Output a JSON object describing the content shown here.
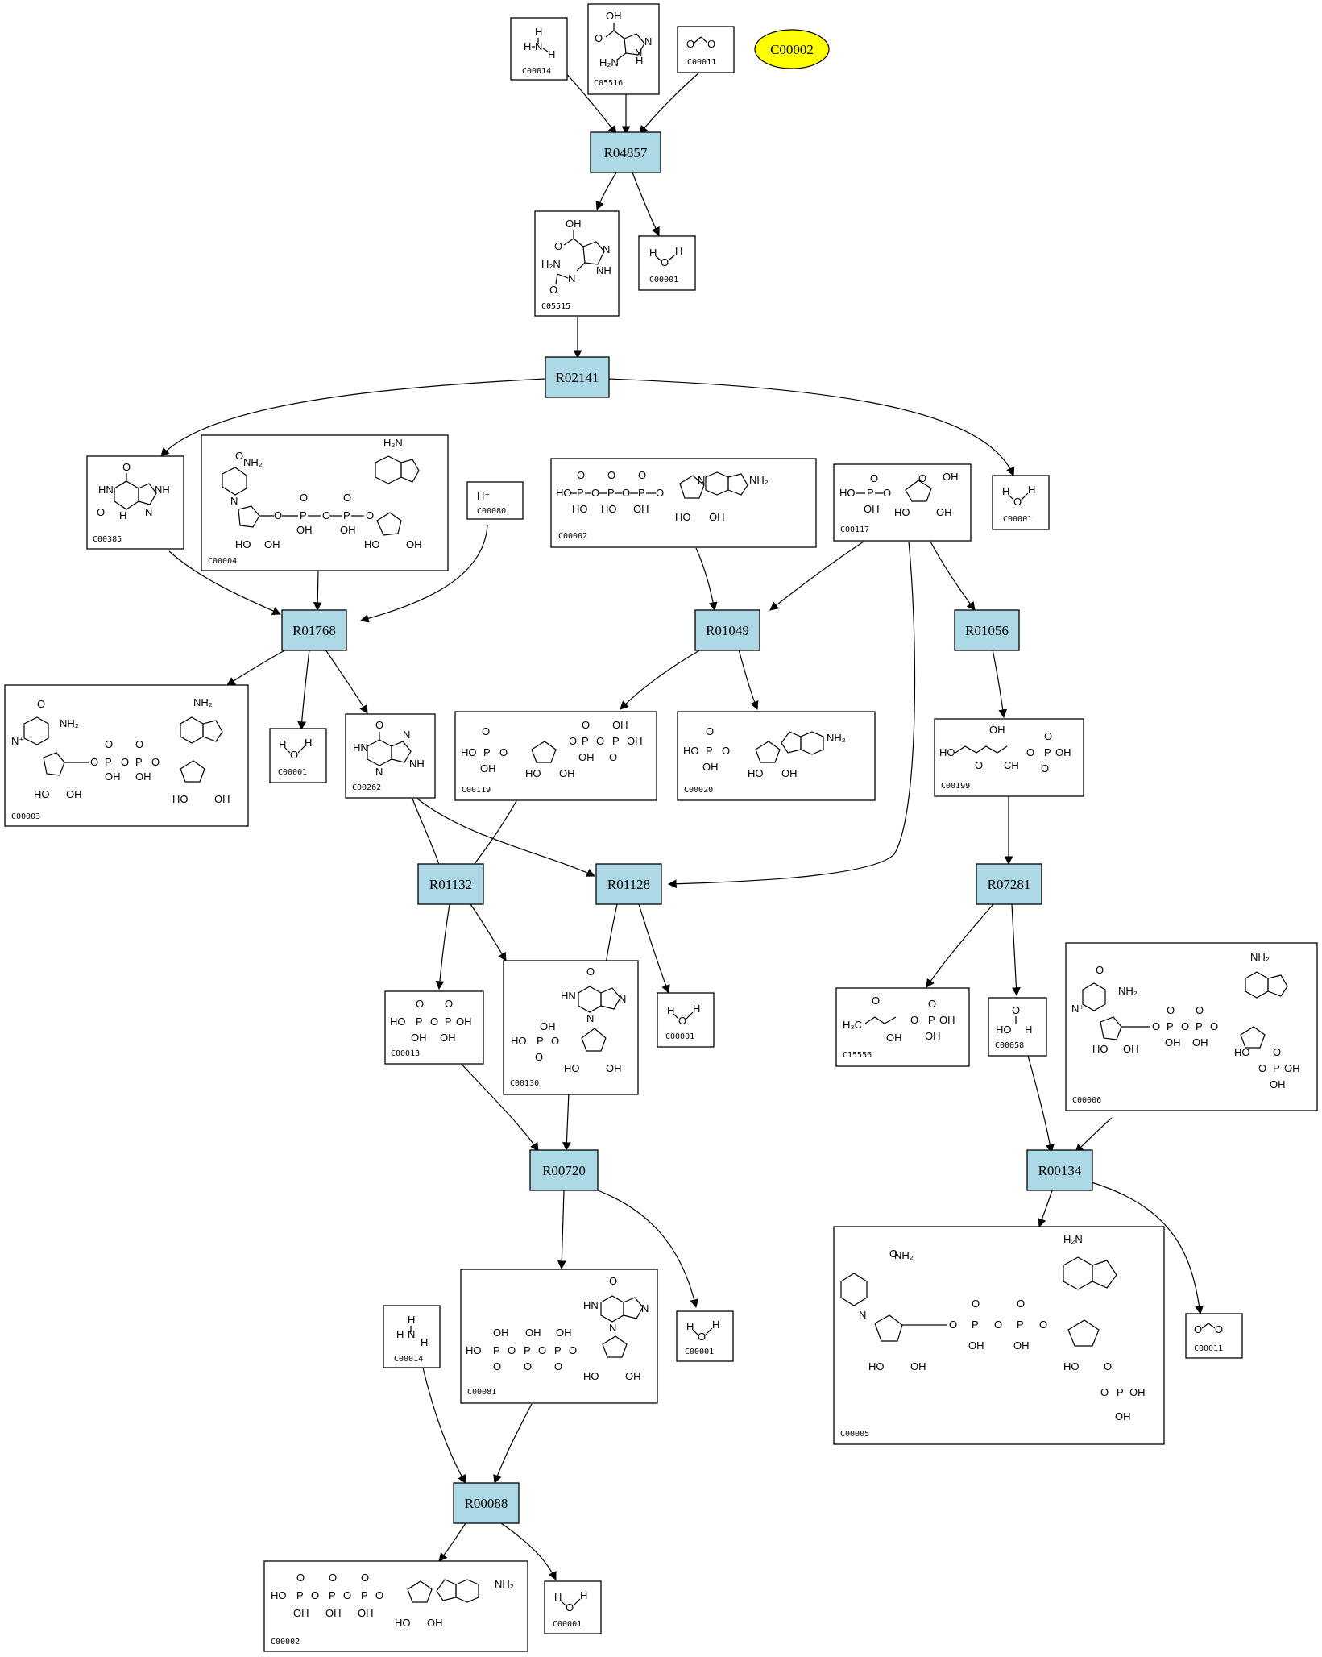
{
  "seed": {
    "label": "C00002",
    "color": "#ffff00"
  },
  "reaction_color": "#add8e6",
  "reactions": [
    {
      "id": "R04857"
    },
    {
      "id": "R02141"
    },
    {
      "id": "R01768"
    },
    {
      "id": "R01049"
    },
    {
      "id": "R01056"
    },
    {
      "id": "R01132"
    },
    {
      "id": "R01128"
    },
    {
      "id": "R07281"
    },
    {
      "id": "R00720"
    },
    {
      "id": "R00134"
    },
    {
      "id": "R00088"
    }
  ],
  "compounds": [
    {
      "id": "C00014"
    },
    {
      "id": "C05516"
    },
    {
      "id": "C00011"
    },
    {
      "id": "C05515"
    },
    {
      "id": "C00001"
    },
    {
      "id": "C00385"
    },
    {
      "id": "C00004"
    },
    {
      "id": "C00080"
    },
    {
      "id": "C00002"
    },
    {
      "id": "C00117"
    },
    {
      "id": "C00001"
    },
    {
      "id": "C00003"
    },
    {
      "id": "C00001"
    },
    {
      "id": "C00262"
    },
    {
      "id": "C00119"
    },
    {
      "id": "C00020"
    },
    {
      "id": "C00199"
    },
    {
      "id": "C00013"
    },
    {
      "id": "C00130"
    },
    {
      "id": "C00001"
    },
    {
      "id": "C15556"
    },
    {
      "id": "C00058"
    },
    {
      "id": "C00006"
    },
    {
      "id": "C00014"
    },
    {
      "id": "C00081"
    },
    {
      "id": "C00001"
    },
    {
      "id": "C00005"
    },
    {
      "id": "C00011"
    },
    {
      "id": "C00002"
    },
    {
      "id": "C00001"
    }
  ],
  "edges": [
    [
      "C00014",
      "R04857"
    ],
    [
      "C05516",
      "R04857"
    ],
    [
      "C00011",
      "R04857"
    ],
    [
      "R04857",
      "C05515"
    ],
    [
      "R04857",
      "C00001"
    ],
    [
      "C05515",
      "R02141"
    ],
    [
      "R02141",
      "C00385"
    ],
    [
      "R02141",
      "C00001"
    ],
    [
      "C00385",
      "R01768"
    ],
    [
      "C00004",
      "R01768"
    ],
    [
      "C00080",
      "R01768"
    ],
    [
      "R01768",
      "C00003"
    ],
    [
      "R01768",
      "C00001"
    ],
    [
      "R01768",
      "C00262"
    ],
    [
      "C00002",
      "R01049"
    ],
    [
      "C00117",
      "R01049"
    ],
    [
      "C00117",
      "R01056"
    ],
    [
      "C00117",
      "R01128"
    ],
    [
      "R01049",
      "C00119"
    ],
    [
      "R01049",
      "C00020"
    ],
    [
      "R01056",
      "C00199"
    ],
    [
      "C00199",
      "R07281"
    ],
    [
      "C00262",
      "R01132"
    ],
    [
      "C00262",
      "R01128"
    ],
    [
      "C00119",
      "R01132"
    ],
    [
      "R01132",
      "C00013"
    ],
    [
      "R01132",
      "C00130"
    ],
    [
      "R01128",
      "C00130"
    ],
    [
      "R01128",
      "C00001"
    ],
    [
      "R07281",
      "C15556"
    ],
    [
      "R07281",
      "C00058"
    ],
    [
      "C00013",
      "R00720"
    ],
    [
      "C00130",
      "R00720"
    ],
    [
      "R00720",
      "C00081"
    ],
    [
      "R00720",
      "C00001"
    ],
    [
      "C00058",
      "R00134"
    ],
    [
      "C00006",
      "R00134"
    ],
    [
      "R00134",
      "C00005"
    ],
    [
      "R00134",
      "C00011"
    ],
    [
      "C00014",
      "R00088"
    ],
    [
      "C00081",
      "R00088"
    ],
    [
      "R00088",
      "C00002"
    ],
    [
      "R00088",
      "C00001"
    ]
  ],
  "atoms": {
    "H": "H",
    "H2": "H₂",
    "N": "N",
    "NH": "NH",
    "HN": "HN",
    "O": "O",
    "OH": "OH",
    "HO": "HO",
    "P": "P",
    "NH2": "NH₂",
    "H2N": "H₂N",
    "Hplus": "H⁺",
    "H3C": "H₃C",
    "CH": "CH",
    "N+": "N⁺",
    "NH2_small": "NH₂"
  }
}
